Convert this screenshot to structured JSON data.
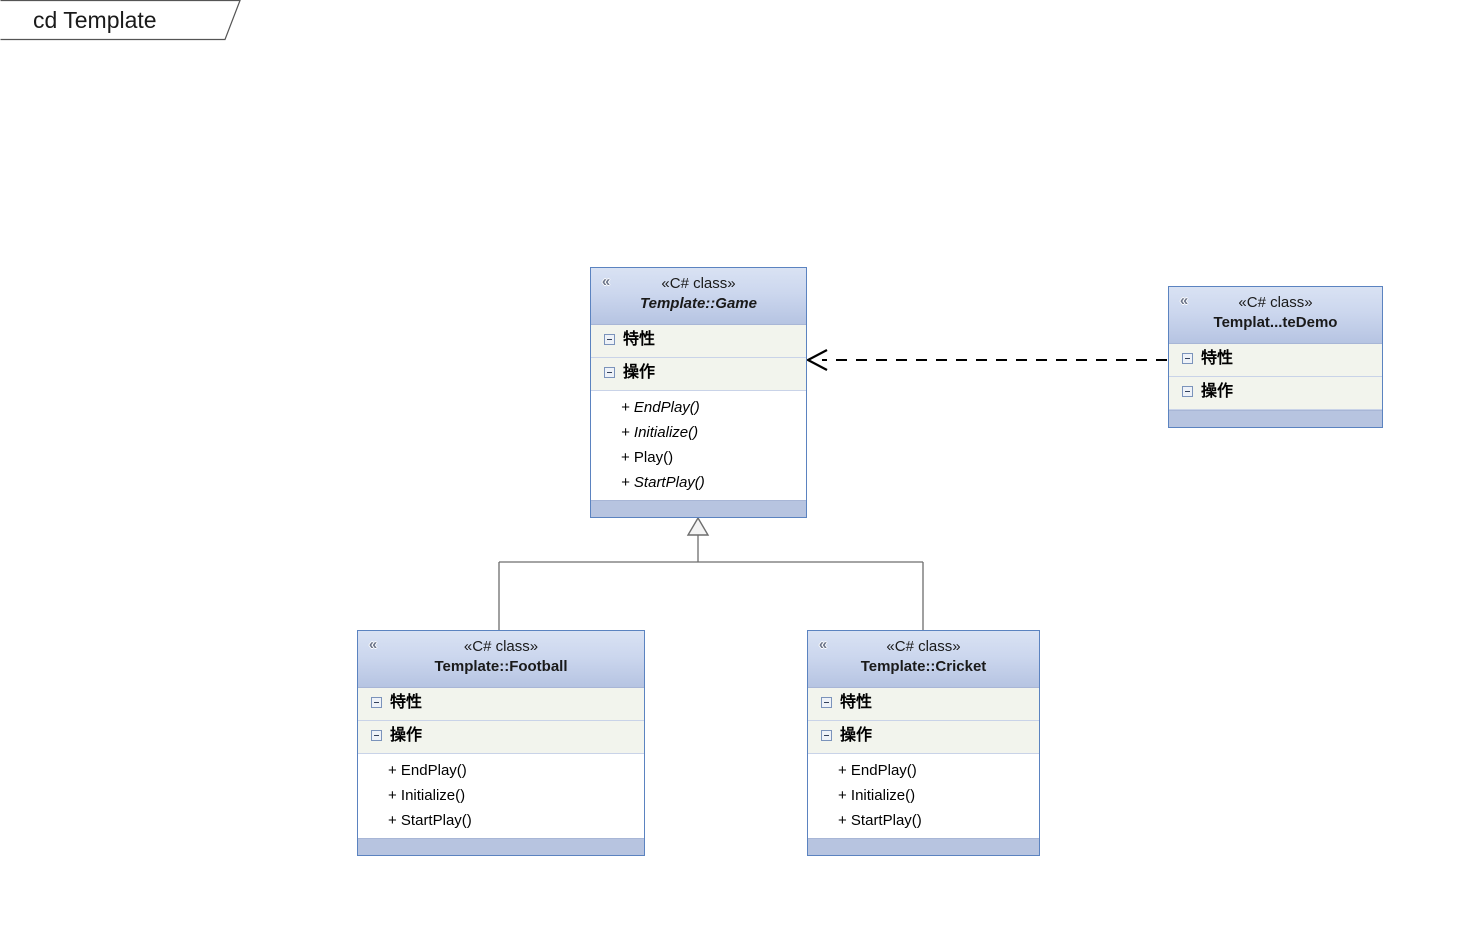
{
  "frame": {
    "label": "cd Template",
    "kind": "class-diagram-frame"
  },
  "icons": {
    "collapse_chevron": "«",
    "compartment_toggle": "minus-box"
  },
  "colors": {
    "header_gradient_top": "#d9e2f3",
    "header_gradient_bottom": "#b6c4e2",
    "box_border": "#5b83c0",
    "compartment_bg": "#f2f4ed",
    "footer_bar": "#b7c4e0",
    "connector": "#6d6d6d",
    "dependency_line": "#000000"
  },
  "classes": [
    {
      "id": "game",
      "stereotype": "«C# class»",
      "name": "Template::Game",
      "abstract": true,
      "compartments": [
        {
          "label": "特性",
          "kind": "attributes"
        },
        {
          "label": "操作",
          "kind": "operations"
        }
      ],
      "operations": [
        {
          "text": "+ EndPlay()",
          "abstract": true
        },
        {
          "text": "+ Initialize()",
          "abstract": true
        },
        {
          "text": "+ Play()",
          "abstract": false
        },
        {
          "text": "+ StartPlay()",
          "abstract": true
        }
      ]
    },
    {
      "id": "demo",
      "stereotype": "«C# class»",
      "name": "Templat...teDemo",
      "abstract": false,
      "compartments": [
        {
          "label": "特性",
          "kind": "attributes"
        },
        {
          "label": "操作",
          "kind": "operations"
        }
      ],
      "operations": []
    },
    {
      "id": "football",
      "stereotype": "«C# class»",
      "name": "Template::Football",
      "abstract": false,
      "compartments": [
        {
          "label": "特性",
          "kind": "attributes"
        },
        {
          "label": "操作",
          "kind": "operations"
        }
      ],
      "operations": [
        {
          "text": "+ EndPlay()",
          "abstract": false
        },
        {
          "text": "+ Initialize()",
          "abstract": false
        },
        {
          "text": "+ StartPlay()",
          "abstract": false
        }
      ]
    },
    {
      "id": "cricket",
      "stereotype": "«C# class»",
      "name": "Template::Cricket",
      "abstract": false,
      "compartments": [
        {
          "label": "特性",
          "kind": "attributes"
        },
        {
          "label": "操作",
          "kind": "operations"
        }
      ],
      "operations": [
        {
          "text": "+ EndPlay()",
          "abstract": false
        },
        {
          "text": "+ Initialize()",
          "abstract": false
        },
        {
          "text": "+ StartPlay()",
          "abstract": false
        }
      ]
    }
  ],
  "relationships": [
    {
      "id": "dependency-demo-to-game",
      "type": "dependency",
      "style": "dashed",
      "arrow": "open",
      "from": "demo",
      "to": "game"
    },
    {
      "id": "generalization-football-to-game",
      "type": "generalization",
      "style": "solid",
      "arrow": "hollow-triangle",
      "from": "football",
      "to": "game"
    },
    {
      "id": "generalization-cricket-to-game",
      "type": "generalization",
      "style": "solid",
      "arrow": "hollow-triangle",
      "from": "cricket",
      "to": "game"
    }
  ]
}
